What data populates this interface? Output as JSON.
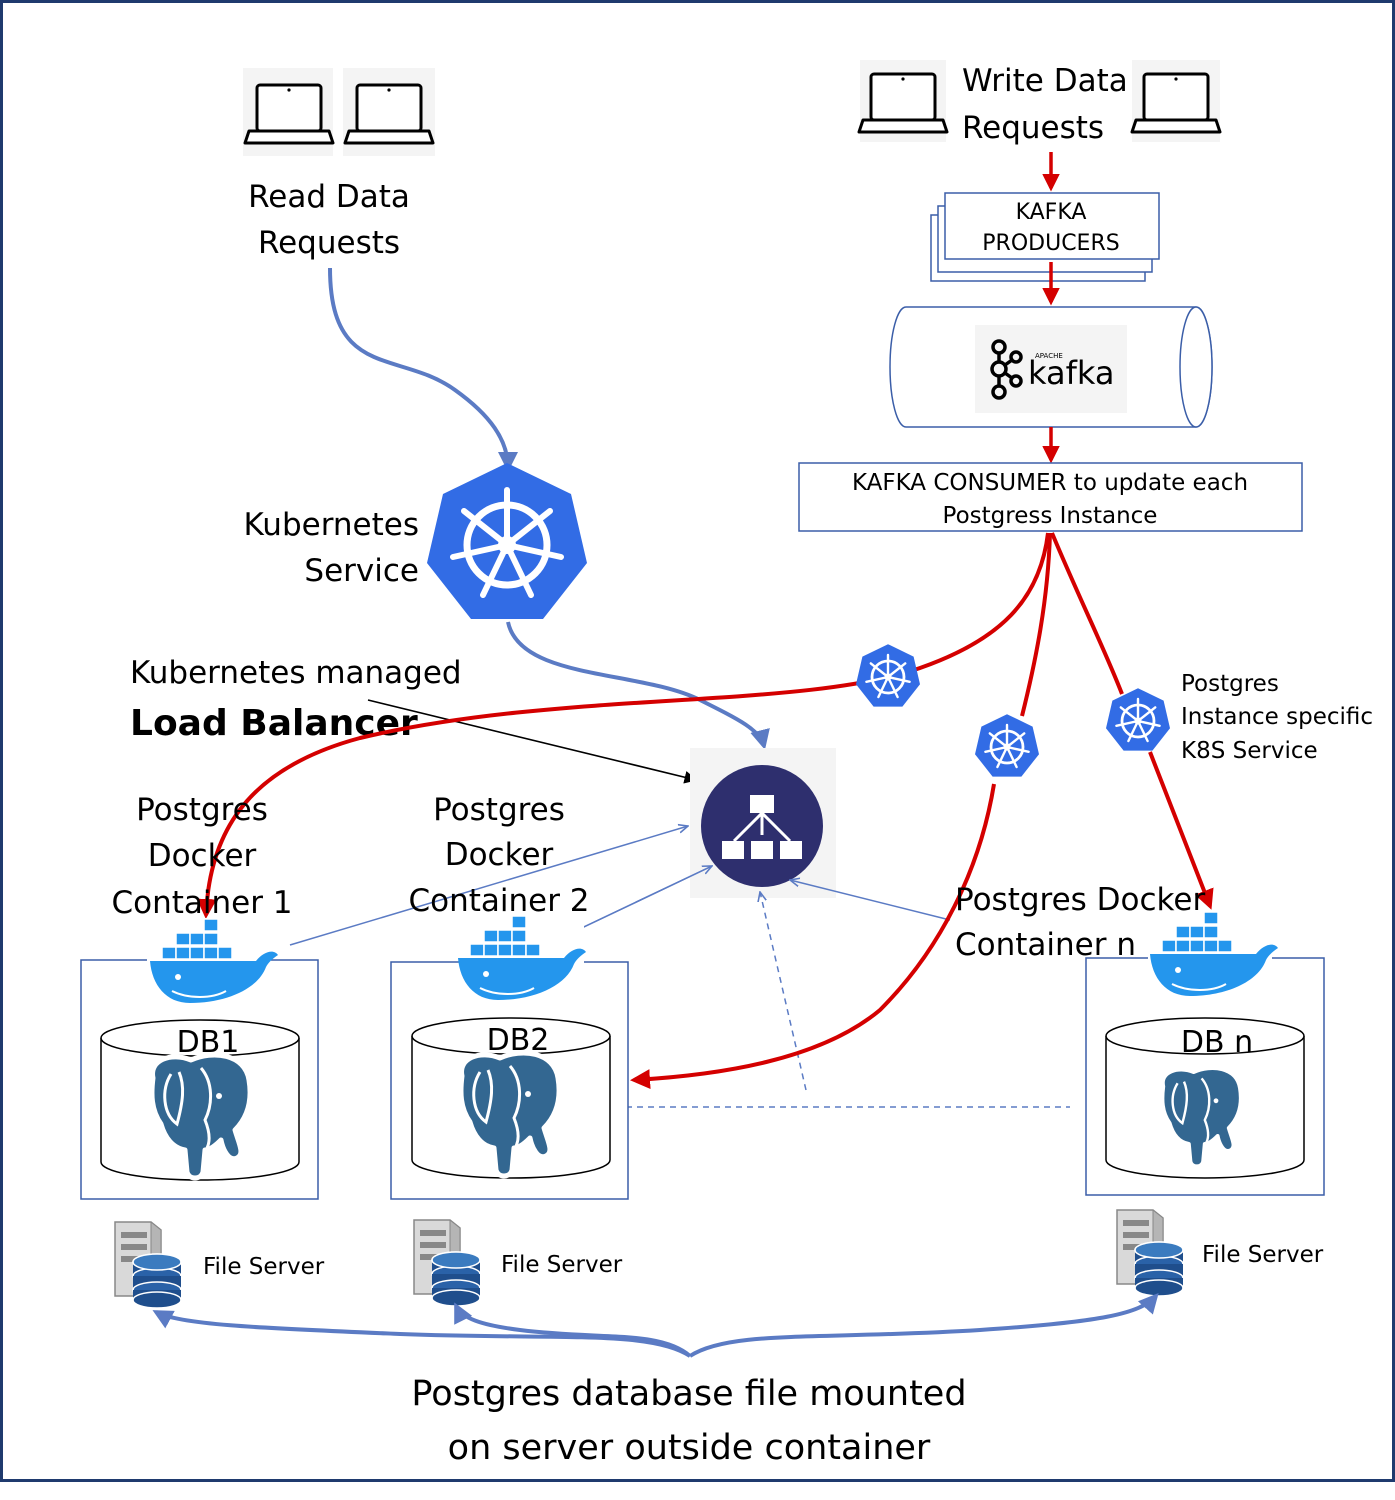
{
  "labels": {
    "read_line1": "Read Data",
    "read_line2": "Requests",
    "write_line1": "Write Data",
    "write_line2": "Requests",
    "producers_line1": "KAFKA",
    "producers_line2": "PRODUCERS",
    "kafka_logo_text": "kafka",
    "kafka_logo_small": "APACHE",
    "consumer_line1": "KAFKA CONSUMER to update each",
    "consumer_line2": "Postgress  Instance",
    "k8s_service_line1": "Kubernetes",
    "k8s_service_line2": "Service",
    "lb_line1": "Kubernetes managed",
    "lb_line2": "Load Balancer",
    "pg_specific_line1": "Postgres",
    "pg_specific_line2": "Instance specific",
    "pg_specific_line3": "K8S Service",
    "c1_line1": "Postgres",
    "c1_line2": "Docker",
    "c1_line3": "Container 1",
    "c2_line1": "Postgres",
    "c2_line2": "Docker",
    "c2_line3": "Container 2",
    "cn_line1": "Postgres Docker",
    "cn_line2": "Container n",
    "db1": "DB1",
    "db2": "DB2",
    "dbn": "DB n",
    "fs1": "File Server",
    "fs2": "File Server",
    "fsn": "File Server",
    "footer_line1": "Postgres database file mounted",
    "footer_line2": "on server outside container"
  },
  "icons": [
    "laptop-icon",
    "kubernetes-icon",
    "load-balancer-icon",
    "docker-whale-icon",
    "postgres-elephant-icon",
    "file-server-icon",
    "kafka-logo-icon"
  ],
  "colors": {
    "read_flow": "#5b7bc4",
    "write_flow": "#d40000",
    "kubernetes_blue": "#326ce5",
    "load_balancer_navy": "#2e2f6e",
    "docker_blue": "#2496ed",
    "postgres_blue": "#336791",
    "frame": "#1f3a6e",
    "box_border": "#3b5ea8"
  }
}
